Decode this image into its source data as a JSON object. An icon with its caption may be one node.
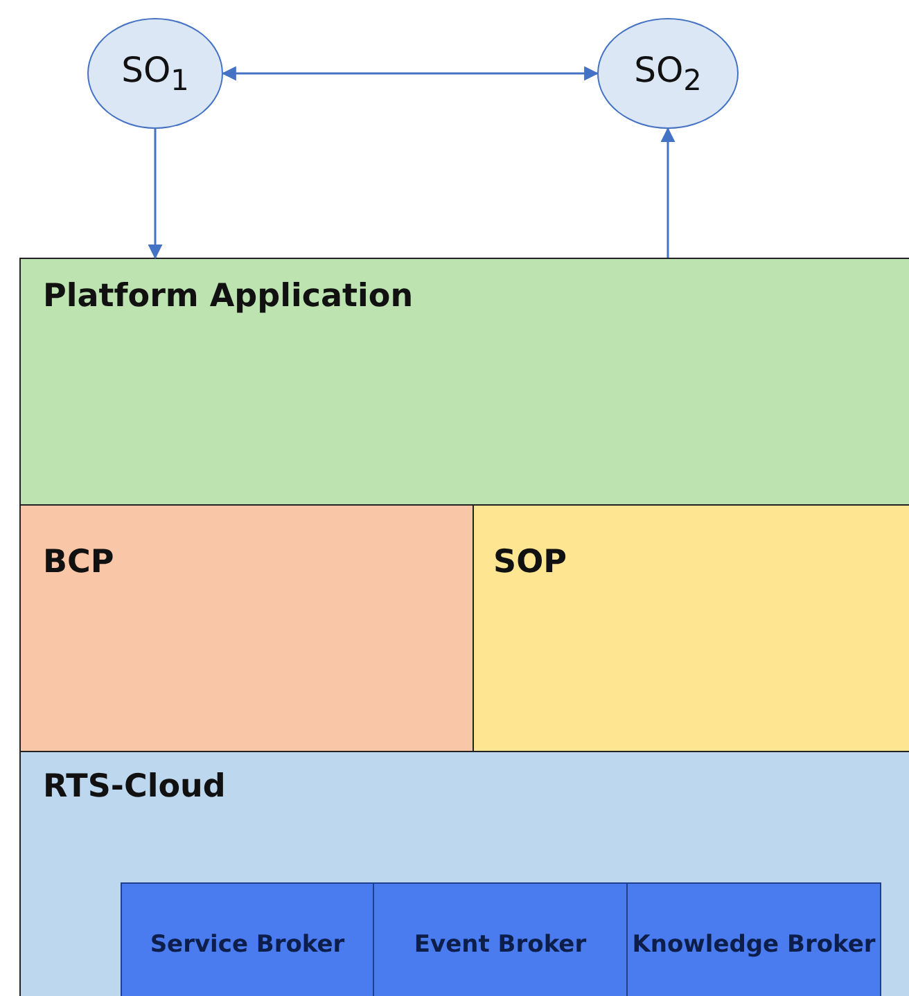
{
  "diagram": {
    "nodes": [
      {
        "text": [
          "SO$_{1}$"
        ]
      },
      {
        "text": [
          "SO$_{2}$"
        ]
      },
      {
        "text": [
          "Platform Application"
        ]
      },
      {
        "text": [
          "BCP"
        ]
      },
      {
        "text": [
          "SOP"
        ]
      },
      {
        "text": [
          "RTS-Cloud"
        ]
      },
      {
        "text": [
          "Service Broker"
        ],
        "in": 5
      },
      {
        "text": [
          "Event Broker"
        ],
        "in": 5
      },
      {
        "text": [
          "Knowledge Broker"
        ],
        "in": 5
      }
    ],
    "edges": [
      {
        "from": 0,
        "to": 1,
        "arrow": "both"
      },
      {
        "from": 0,
        "to": 2,
        "arrow": "to"
      },
      {
        "from": 2,
        "to": 1,
        "arrow": "to"
      }
    ]
  }
}
